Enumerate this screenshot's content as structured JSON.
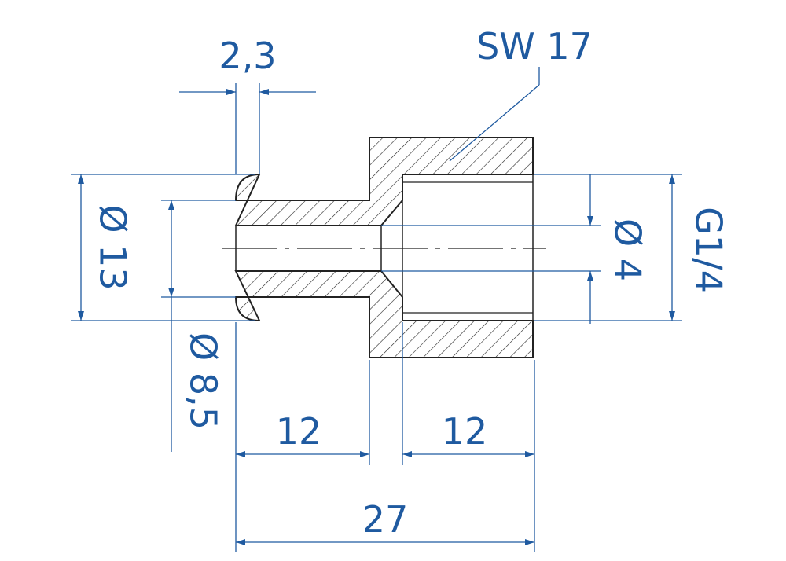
{
  "colors": {
    "dimension": "#1f5aa0",
    "part_outline": "#222222",
    "hatch": "#222222",
    "background": "#ffffff"
  },
  "labels": {
    "flange_thickness": "2,3",
    "wrench_size": "SW 17",
    "flange_diameter": "Ø 13",
    "shank_diameter": "Ø 8,5",
    "bore_diameter": "Ø 4",
    "thread": "G1/4",
    "shank_length": "12",
    "thread_depth": "12",
    "overall_length": "27"
  }
}
